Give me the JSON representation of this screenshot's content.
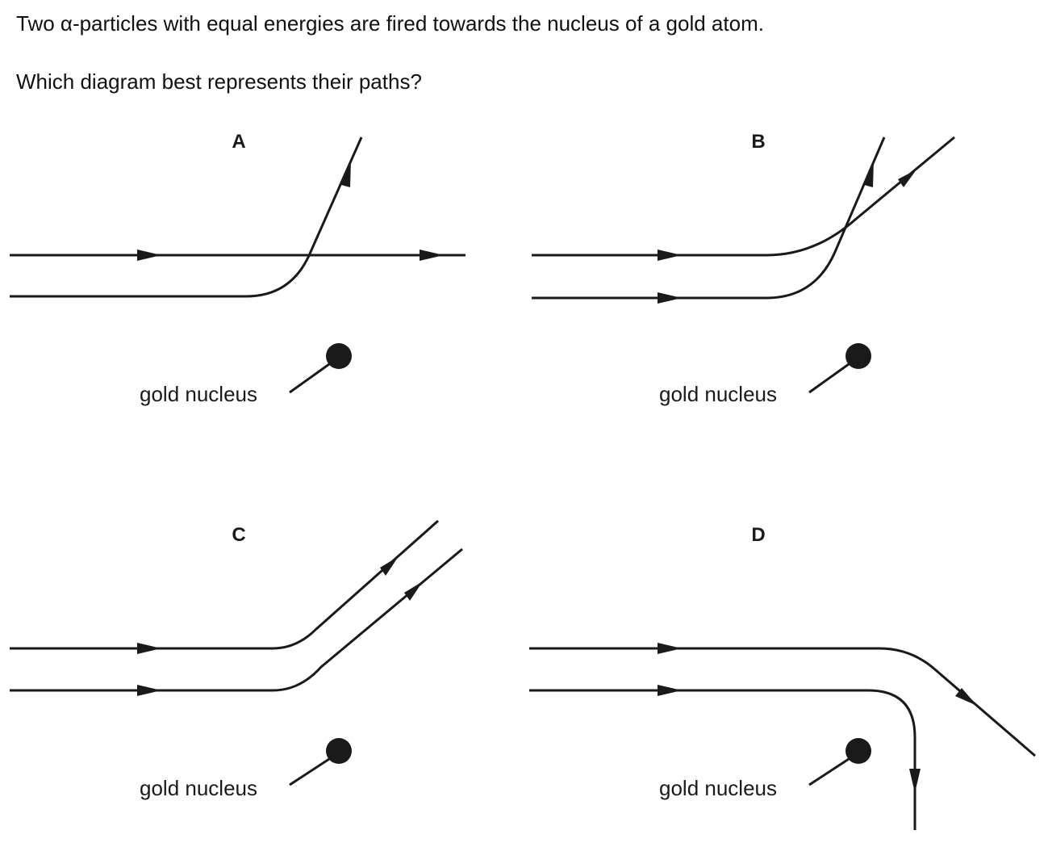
{
  "question": {
    "line1": "Two α-particles with equal energies are fired towards the nucleus of a gold atom.",
    "line2": "Which diagram best represents their paths?"
  },
  "options": [
    {
      "letter": "A",
      "nucleus_label": "gold nucleus"
    },
    {
      "letter": "B",
      "nucleus_label": "gold nucleus"
    },
    {
      "letter": "C",
      "nucleus_label": "gold nucleus"
    },
    {
      "letter": "D",
      "nucleus_label": "gold nucleus"
    }
  ],
  "colors": {
    "ink": "#1a1a1a",
    "background": "#ffffff"
  }
}
